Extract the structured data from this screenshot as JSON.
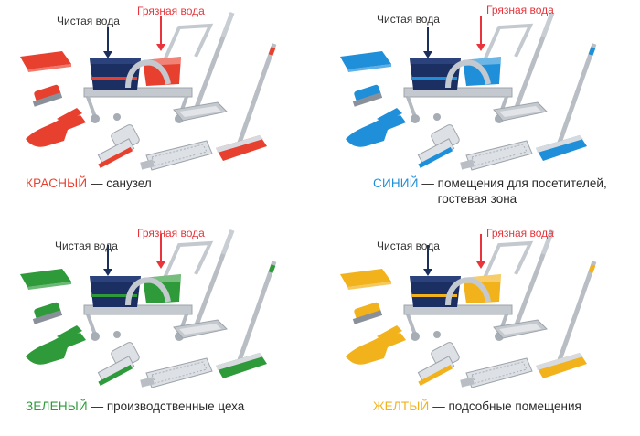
{
  "labels": {
    "clean_water": "Чистая вода",
    "dirty_water": "Грязная вода",
    "dash": "—"
  },
  "colors": {
    "dirty_label": "#e8343a",
    "arrow_navy": "#1a2f5a",
    "cart_gray": "#c4c9cf",
    "bucket_navy": "#1c2f63"
  },
  "panels": [
    {
      "color_name": "КРАСНЫЙ",
      "description": "санузел",
      "description_line2": "",
      "accent": "#e8402f"
    },
    {
      "color_name": "СИНИЙ",
      "description": "помещения для посетителей,",
      "description_line2": "гостевая зона",
      "accent": "#1e8fd8"
    },
    {
      "color_name": "ЗЕЛЕНЫЙ",
      "description": "производственные цеха",
      "description_line2": "",
      "accent": "#2e9a3a"
    },
    {
      "color_name": "ЖЕЛТЫЙ",
      "description": "подсобные помещения",
      "description_line2": "",
      "accent": "#f2b21b"
    }
  ]
}
